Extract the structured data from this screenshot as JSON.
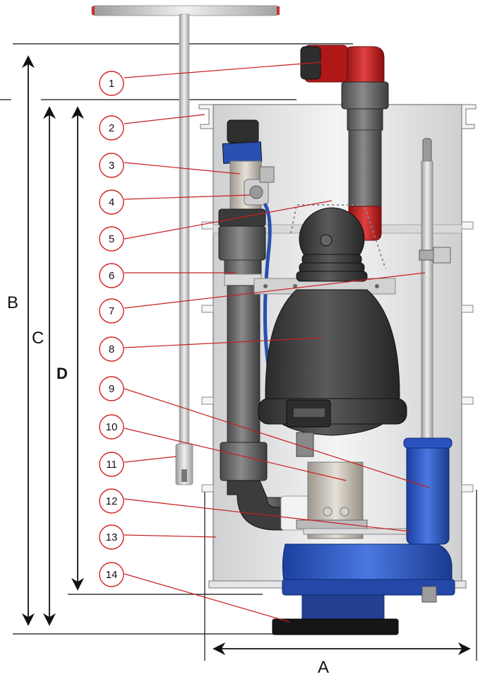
{
  "callouts": [
    {
      "n": "1"
    },
    {
      "n": "2"
    },
    {
      "n": "3"
    },
    {
      "n": "4"
    },
    {
      "n": "5"
    },
    {
      "n": "6"
    },
    {
      "n": "7"
    },
    {
      "n": "8"
    },
    {
      "n": "9"
    },
    {
      "n": "10"
    },
    {
      "n": "11"
    },
    {
      "n": "12"
    },
    {
      "n": "13"
    },
    {
      "n": "14"
    }
  ],
  "dimensions": {
    "A": "A",
    "B": "B",
    "C": "C",
    "D": "D"
  },
  "colors": {
    "callout_stroke": "#d32020",
    "leader": "#c81e1e",
    "pump_blue": "#2a55c8",
    "valve_red": "#c61b1b",
    "dark_body": "#3a3a3a",
    "pipe_grey": "#6d6d6d",
    "chamber_fill": "#e9e9ea"
  }
}
